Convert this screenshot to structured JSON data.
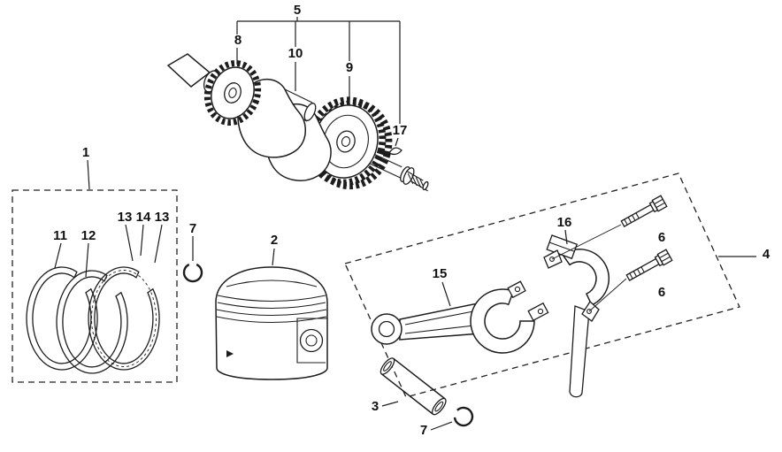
{
  "colors": {
    "background": "#ffffff",
    "line": "#1d1d1d",
    "label": "#111111"
  },
  "diagram": {
    "callouts": {
      "c1": "1",
      "c2": "2",
      "c3": "3",
      "c4": "4",
      "c5": "5",
      "c6a": "6",
      "c6b": "6",
      "c7a": "7",
      "c7b": "7",
      "c8": "8",
      "c9": "9",
      "c10": "10",
      "c11": "11",
      "c12": "12",
      "c13a": "13",
      "c13b": "13",
      "c14": "14",
      "c15": "15",
      "c16": "16",
      "c17": "17"
    }
  }
}
